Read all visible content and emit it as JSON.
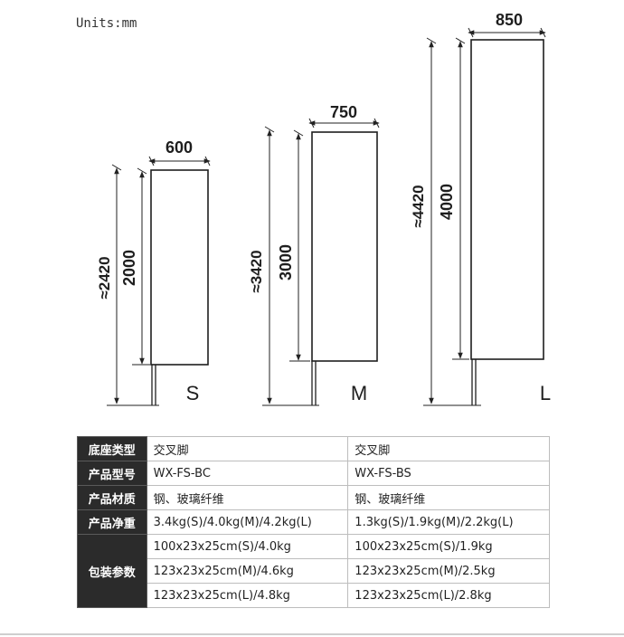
{
  "units_label": "Units:mm",
  "diagram": {
    "panels": [
      {
        "size": "S",
        "width": "600",
        "height": "2000",
        "total_height": "≈2420"
      },
      {
        "size": "M",
        "width": "750",
        "height": "3000",
        "total_height": "≈3420"
      },
      {
        "size": "L",
        "width": "850",
        "height": "4000",
        "total_height": "≈4420"
      }
    ]
  },
  "table": {
    "rows": [
      {
        "header": "底座类型",
        "col1": "交叉脚",
        "col2": "交叉脚"
      },
      {
        "header": "产品型号",
        "col1": "WX-FS-BC",
        "col2": "WX-FS-BS"
      },
      {
        "header": "产品材质",
        "col1": "钢、玻璃纤维",
        "col2": "钢、玻璃纤维"
      },
      {
        "header": "产品净重",
        "col1": "3.4kg(S)/4.0kg(M)/4.2kg(L)",
        "col2": "1.3kg(S)/1.9kg(M)/2.2kg(L)"
      }
    ],
    "packing": {
      "header": "包装参数",
      "col1": [
        "100x23x25cm(S)/4.0kg",
        "123x23x25cm(M)/4.6kg",
        "123x23x25cm(L)/4.8kg"
      ],
      "col2": [
        "100x23x25cm(S)/1.9kg",
        "123x23x25cm(M)/2.5kg",
        "123x23x25cm(L)/2.8kg"
      ]
    }
  }
}
